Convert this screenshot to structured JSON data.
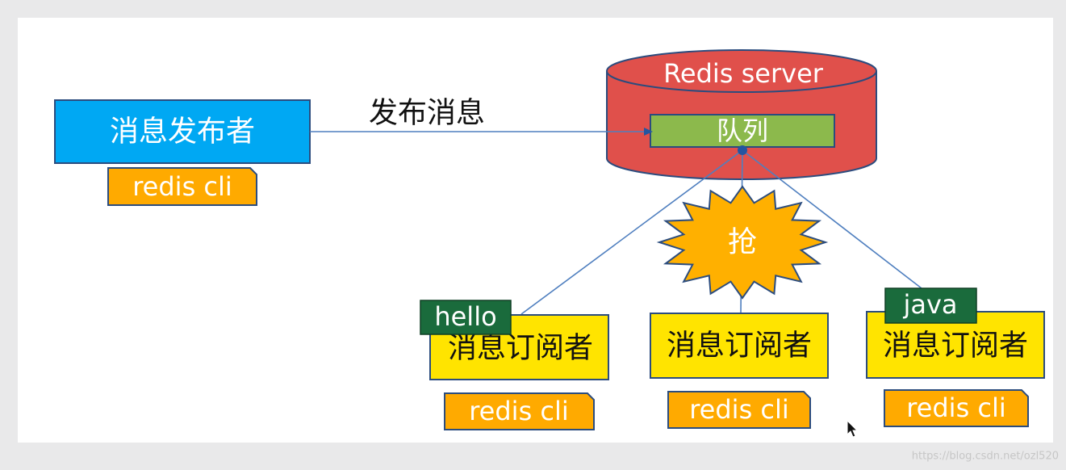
{
  "diagram": {
    "publisher": {
      "label": "消息发布者",
      "client": "redis cli"
    },
    "publish_label": "发布消息",
    "server": {
      "label": "Redis server",
      "queue": "队列"
    },
    "contention": "抢",
    "subscribers": [
      {
        "label": "消息订阅者",
        "client": "redis cli",
        "message": "hello"
      },
      {
        "label": "消息订阅者",
        "client": "redis cli"
      },
      {
        "label": "消息订阅者",
        "client": "redis cli",
        "message": "java"
      }
    ]
  },
  "watermark": "https://blog.csdn.net/ozl520",
  "icons": {
    "cursor": "mouse-pointer-icon",
    "contention": "starburst-icon"
  },
  "colors": {
    "page_background": "#e9e9ea",
    "canvas": "#ffffff",
    "publisher_fill": "#00a8f3",
    "client_tag_fill": "#ffaa00",
    "server_fill": "#e0504b",
    "queue_fill": "#8cb94c",
    "subscriber_fill": "#ffe400",
    "message_tag_fill": "#1a6b3c",
    "burst_fill": "#ffb000",
    "junction_dot": "#2455a0"
  }
}
